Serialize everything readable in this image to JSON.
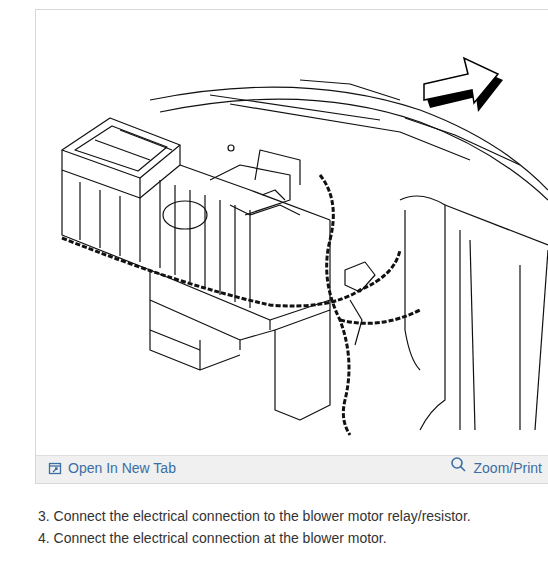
{
  "diagram": {
    "labels": [
      "Open In New Tab",
      "Zoom/Print",
      "3. Connect the electrical connection to the blower motor relay/resistor.",
      "4. Connect the electrical connection at the blower motor."
    ]
  }
}
